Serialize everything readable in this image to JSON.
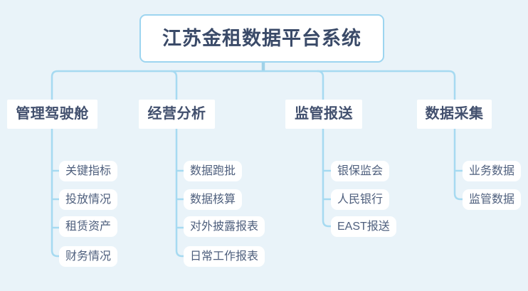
{
  "colors": {
    "bg": "#e9f3f9",
    "line": "#a6daf1",
    "stem": "#a0d2e8",
    "box": "#ffffff",
    "border": "#9dd5f0",
    "title-text": "#3a4a68",
    "branch-text": "#42506e",
    "child-text": "#4e5f7d"
  },
  "diagram": {
    "title": "江苏金租数据平台系统",
    "branches": [
      {
        "label": "管理驾驶舱",
        "children": [
          "关键指标",
          "投放情况",
          "租赁资产",
          "财务情况"
        ]
      },
      {
        "label": "经营分析",
        "children": [
          "数据跑批",
          "数据核算",
          "对外披露报表",
          "日常工作报表"
        ]
      },
      {
        "label": "监管报送",
        "children": [
          "银保监会",
          "人民银行",
          "EAST报送"
        ]
      },
      {
        "label": "数据采集",
        "children": [
          "业务数据",
          "监管数据"
        ]
      }
    ]
  }
}
